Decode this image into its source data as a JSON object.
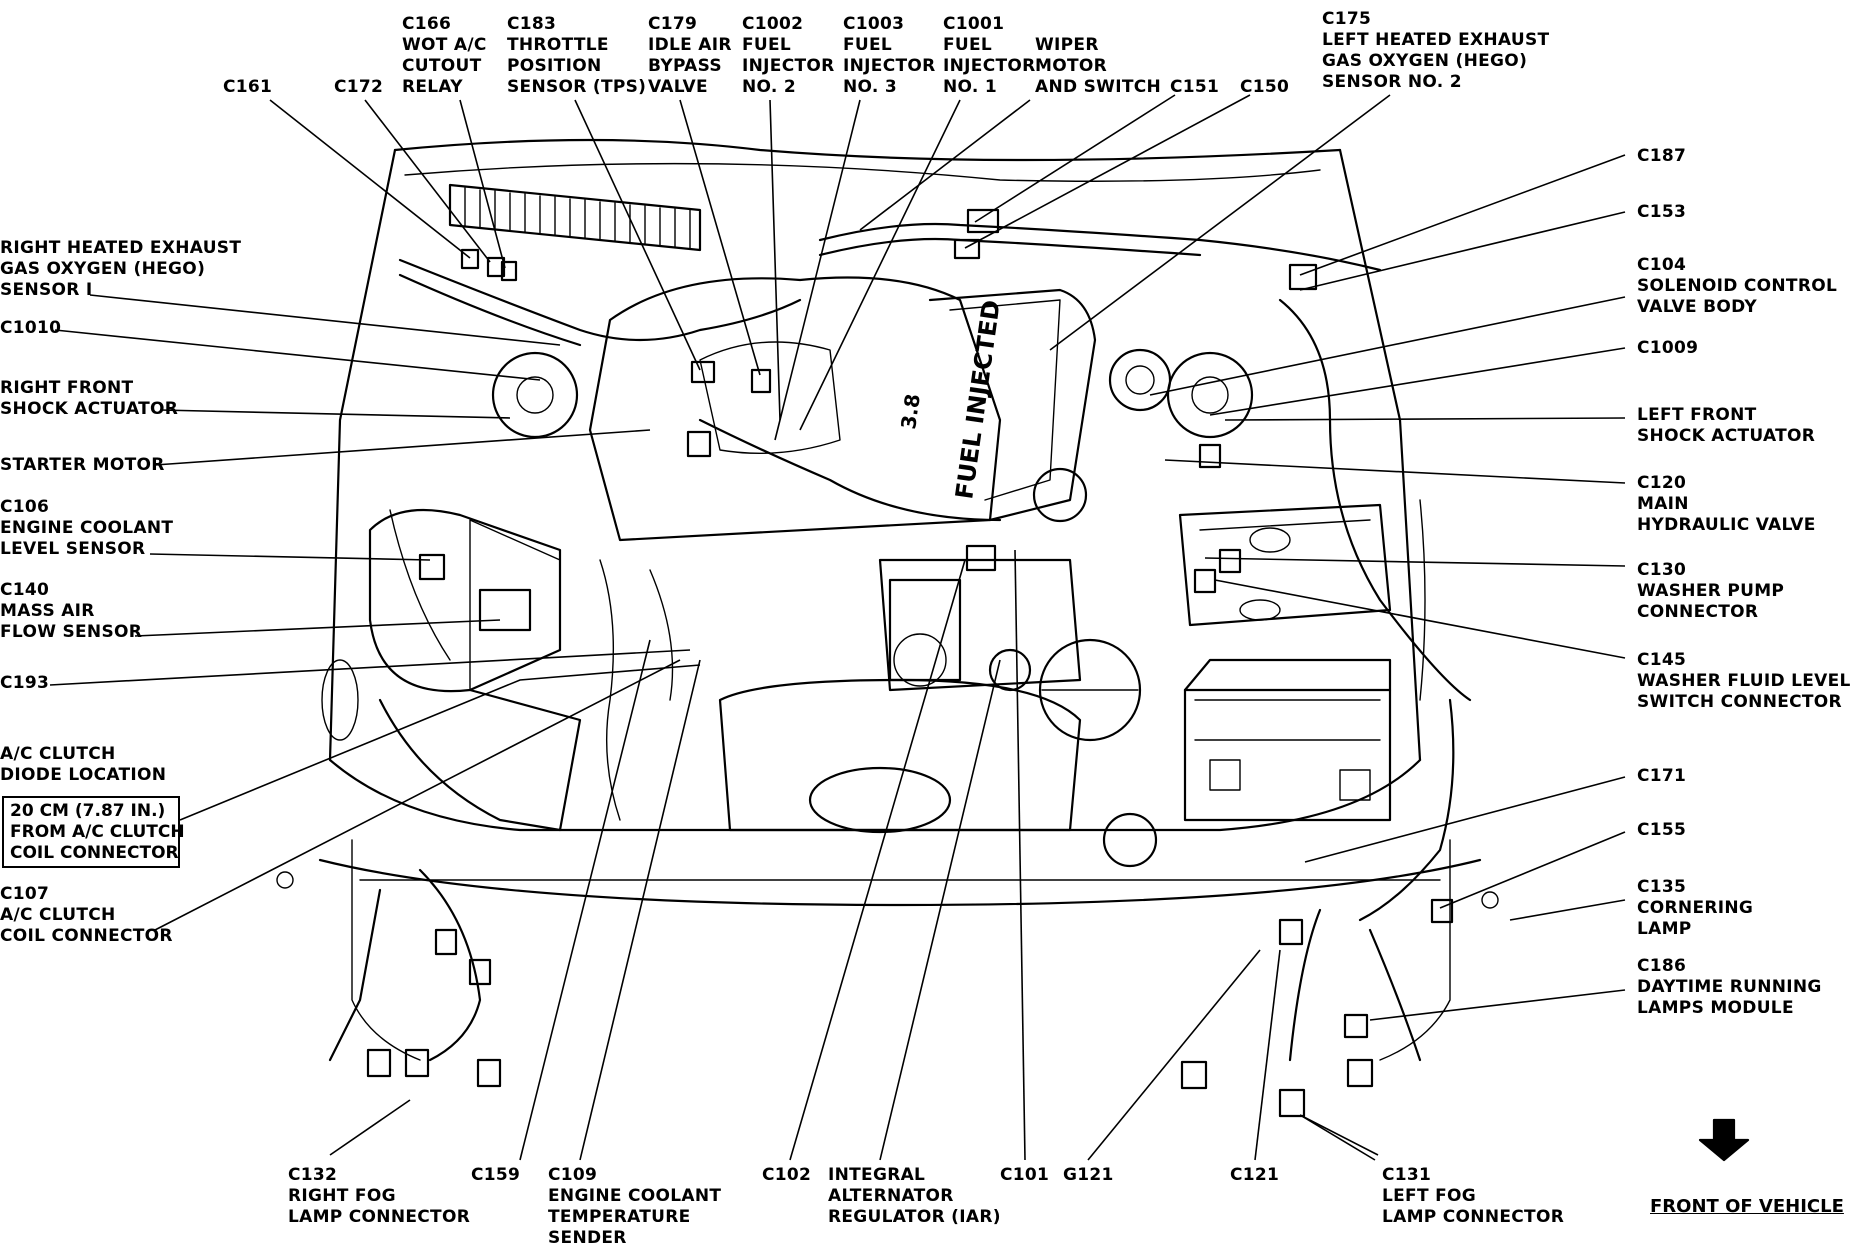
{
  "diagram": {
    "labels": [
      {
        "id": "c166",
        "text": "C166\nWOT A/C\nCUTOUT\nRELAY"
      },
      {
        "id": "c183",
        "text": "C183\nTHROTTLE\nPOSITION\nSENSOR (TPS)"
      },
      {
        "id": "c179",
        "text": "C179\nIDLE AIR\nBYPASS\nVALVE"
      },
      {
        "id": "c1002",
        "text": "C1002\nFUEL\nINJECTOR\nNO. 2"
      },
      {
        "id": "c1003",
        "text": "C1003\nFUEL\nINJECTOR\nNO. 3"
      },
      {
        "id": "c1001",
        "text": "C1001\nFUEL\nINJECTOR\nNO. 1"
      },
      {
        "id": "wiper",
        "text": "WIPER\nMOTOR\nAND SWITCH"
      },
      {
        "id": "c161",
        "text": "C161"
      },
      {
        "id": "c172",
        "text": "C172"
      },
      {
        "id": "c151",
        "text": "C151"
      },
      {
        "id": "c150",
        "text": "C150"
      },
      {
        "id": "c175",
        "text": "C175\nLEFT HEATED EXHAUST\nGAS OXYGEN (HEGO)\nSENSOR NO. 2"
      },
      {
        "id": "hego1",
        "text": "RIGHT HEATED EXHAUST\nGAS OXYGEN (HEGO)\nSENSOR I"
      },
      {
        "id": "c1010",
        "text": "C1010"
      },
      {
        "id": "rfshock",
        "text": "RIGHT FRONT\nSHOCK ACTUATOR"
      },
      {
        "id": "starter",
        "text": "STARTER MOTOR"
      },
      {
        "id": "c106",
        "text": "C106\nENGINE COOLANT\nLEVEL SENSOR"
      },
      {
        "id": "c140",
        "text": "C140\nMASS AIR\nFLOW SENSOR"
      },
      {
        "id": "c193",
        "text": "C193"
      },
      {
        "id": "acdiode",
        "text": "A/C CLUTCH\nDIODE LOCATION"
      },
      {
        "id": "c107",
        "text": "C107\nA/C CLUTCH\nCOIL CONNECTOR"
      },
      {
        "id": "c187",
        "text": "C187"
      },
      {
        "id": "c153",
        "text": "C153"
      },
      {
        "id": "c104",
        "text": "C104\nSOLENOID CONTROL\nVALVE BODY"
      },
      {
        "id": "c1009",
        "text": "C1009"
      },
      {
        "id": "lfshock",
        "text": "LEFT FRONT\nSHOCK ACTUATOR"
      },
      {
        "id": "c120",
        "text": "C120\nMAIN\nHYDRAULIC VALVE"
      },
      {
        "id": "c130",
        "text": "C130\nWASHER PUMP\nCONNECTOR"
      },
      {
        "id": "c145",
        "text": "C145\nWASHER FLUID LEVEL\nSWITCH CONNECTOR"
      },
      {
        "id": "c171",
        "text": "C171"
      },
      {
        "id": "c155",
        "text": "C155"
      },
      {
        "id": "c135",
        "text": "C135\nCORNERING\nLAMP"
      },
      {
        "id": "c186",
        "text": "C186\nDAYTIME RUNNING\nLAMPS MODULE"
      },
      {
        "id": "c132",
        "text": "C132\nRIGHT FOG\nLAMP CONNECTOR"
      },
      {
        "id": "c159",
        "text": "C159"
      },
      {
        "id": "c109",
        "text": "C109\nENGINE COOLANT\nTEMPERATURE\nSENDER"
      },
      {
        "id": "c102",
        "text": "C102"
      },
      {
        "id": "iar",
        "text": "INTEGRAL\nALTERNATOR\nREGULATOR (IAR)"
      },
      {
        "id": "c101",
        "text": "C101"
      },
      {
        "id": "g121",
        "text": "G121"
      },
      {
        "id": "c121",
        "text": "C121"
      },
      {
        "id": "c131",
        "text": "C131\nLEFT FOG\nLAMP CONNECTOR"
      }
    ],
    "dimension_note": "20 CM (7.87 IN.)\nFROM A/C CLUTCH\nCOIL CONNECTOR",
    "engine_marking": "FUEL INJECTED",
    "engine_badge": "3.8",
    "front_caption": "FRONT OF VEHICLE"
  }
}
